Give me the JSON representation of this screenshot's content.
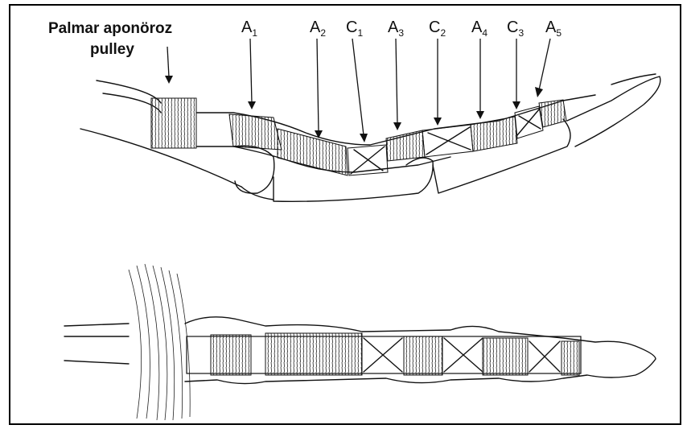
{
  "title_line1": "Palmar aponöroz",
  "title_line2": "pulley",
  "pulleys": [
    {
      "letter": "A",
      "sub": "1"
    },
    {
      "letter": "A",
      "sub": "2"
    },
    {
      "letter": "C",
      "sub": "1"
    },
    {
      "letter": "A",
      "sub": "3"
    },
    {
      "letter": "C",
      "sub": "2"
    },
    {
      "letter": "A",
      "sub": "4"
    },
    {
      "letter": "C",
      "sub": "3"
    },
    {
      "letter": "A",
      "sub": "5"
    }
  ]
}
